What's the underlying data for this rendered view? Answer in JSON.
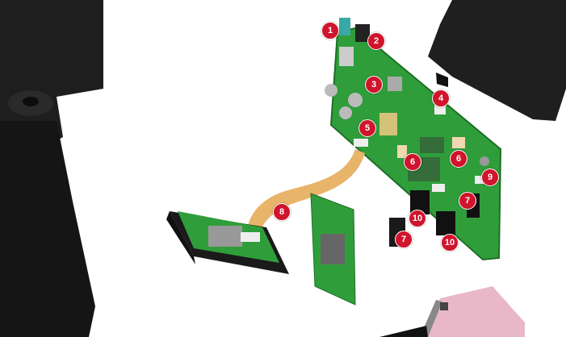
{
  "colors": {
    "callout": "#d0142c",
    "pcb": "#2f9e3a",
    "ribbon": "#e8b46a",
    "housing": "#1c1c1c"
  },
  "callouts": [
    "1",
    "2",
    "3",
    "4",
    "5",
    "6",
    "6",
    "9",
    "7",
    "8",
    "10",
    "7",
    "10"
  ]
}
